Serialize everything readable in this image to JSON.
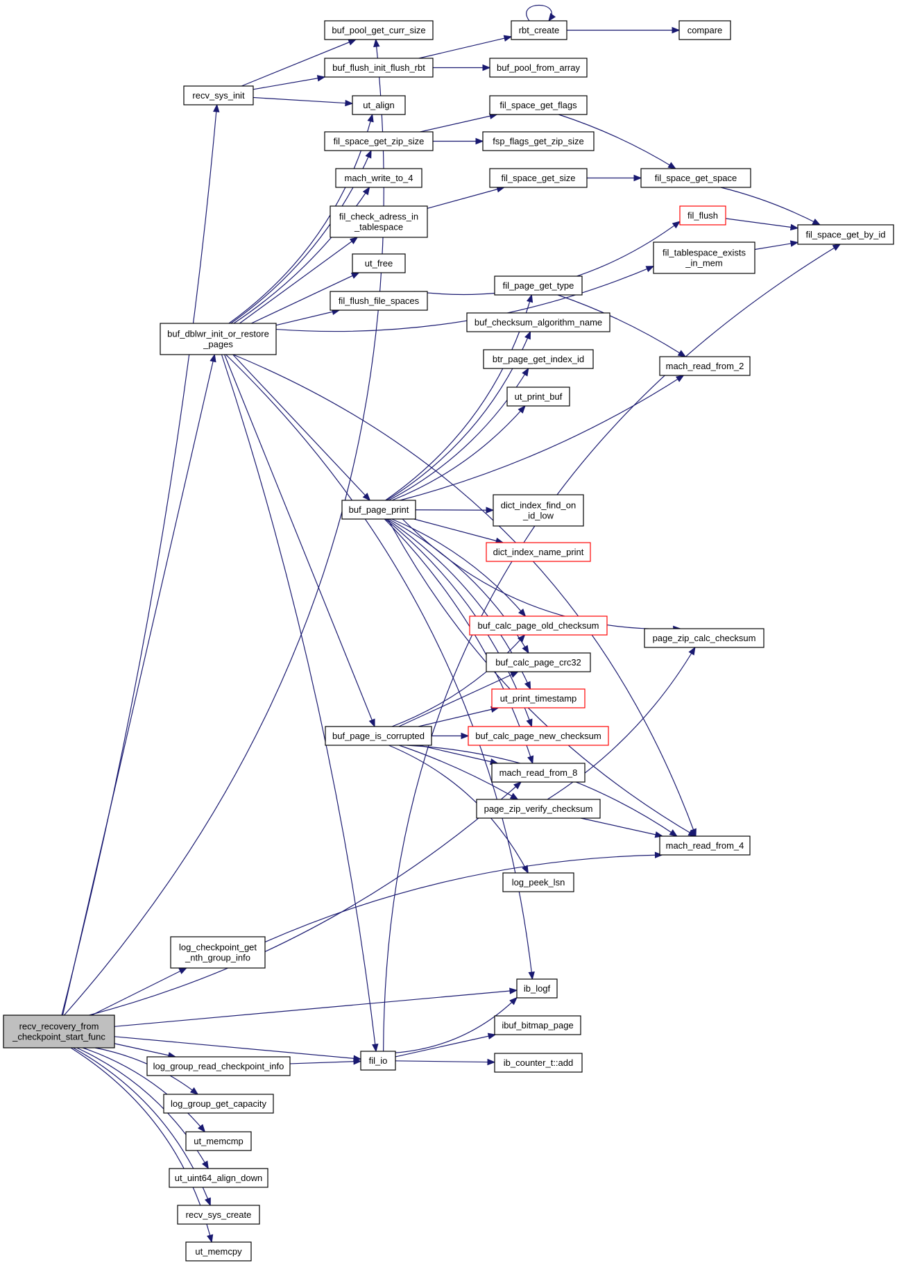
{
  "nodes": [
    {
      "id": "root",
      "lines": [
        "recv_recovery_from",
        "_checkpoint_start_func"
      ],
      "root": true
    },
    {
      "id": "buf_pool_get_curr_size",
      "lines": [
        "buf_pool_get_curr_size"
      ]
    },
    {
      "id": "recv_sys_init",
      "lines": [
        "recv_sys_init"
      ]
    },
    {
      "id": "buf_flush_init_flush_rbt",
      "lines": [
        "buf_flush_init_flush_rbt"
      ]
    },
    {
      "id": "rbt_create",
      "lines": [
        "rbt_create"
      ]
    },
    {
      "id": "compare",
      "lines": [
        "compare"
      ]
    },
    {
      "id": "buf_pool_from_array",
      "lines": [
        "buf_pool_from_array"
      ]
    },
    {
      "id": "ut_align",
      "lines": [
        "ut_align"
      ]
    },
    {
      "id": "fil_space_get_flags",
      "lines": [
        "fil_space_get_flags"
      ]
    },
    {
      "id": "fil_space_get_zip_size",
      "lines": [
        "fil_space_get_zip_size"
      ]
    },
    {
      "id": "fsp_flags_get_zip_size",
      "lines": [
        "fsp_flags_get_zip_size"
      ]
    },
    {
      "id": "mach_write_to_4",
      "lines": [
        "mach_write_to_4"
      ]
    },
    {
      "id": "fil_space_get_size",
      "lines": [
        "fil_space_get_size"
      ]
    },
    {
      "id": "fil_space_get_space",
      "lines": [
        "fil_space_get_space"
      ]
    },
    {
      "id": "fil_check_adress_in_tablespace",
      "lines": [
        "fil_check_adress_in",
        "_tablespace"
      ]
    },
    {
      "id": "fil_flush",
      "lines": [
        "fil_flush"
      ],
      "truncated": true
    },
    {
      "id": "fil_space_get_by_id",
      "lines": [
        "fil_space_get_by_id"
      ]
    },
    {
      "id": "ut_free",
      "lines": [
        "ut_free"
      ]
    },
    {
      "id": "fil_tablespace_exists_in_mem",
      "lines": [
        "fil_tablespace_exists",
        "_in_mem"
      ]
    },
    {
      "id": "fil_flush_file_spaces",
      "lines": [
        "fil_flush_file_spaces"
      ]
    },
    {
      "id": "buf_dblwr_init_or_restore_pages",
      "lines": [
        "buf_dblwr_init_or_restore",
        "_pages"
      ]
    },
    {
      "id": "fil_page_get_type",
      "lines": [
        "fil_page_get_type"
      ]
    },
    {
      "id": "buf_checksum_algorithm_name",
      "lines": [
        "buf_checksum_algorithm_name"
      ]
    },
    {
      "id": "btr_page_get_index_id",
      "lines": [
        "btr_page_get_index_id"
      ]
    },
    {
      "id": "mach_read_from_2",
      "lines": [
        "mach_read_from_2"
      ]
    },
    {
      "id": "ut_print_buf",
      "lines": [
        "ut_print_buf"
      ]
    },
    {
      "id": "buf_page_print",
      "lines": [
        "buf_page_print"
      ]
    },
    {
      "id": "dict_index_find_on_id_low",
      "lines": [
        "dict_index_find_on",
        "_id_low"
      ]
    },
    {
      "id": "dict_index_name_print",
      "lines": [
        "dict_index_name_print"
      ],
      "truncated": true
    },
    {
      "id": "buf_calc_page_old_checksum",
      "lines": [
        "buf_calc_page_old_checksum"
      ],
      "truncated": true
    },
    {
      "id": "page_zip_calc_checksum",
      "lines": [
        "page_zip_calc_checksum"
      ]
    },
    {
      "id": "buf_calc_page_crc32",
      "lines": [
        "buf_calc_page_crc32"
      ]
    },
    {
      "id": "ut_print_timestamp",
      "lines": [
        "ut_print_timestamp"
      ],
      "truncated": true
    },
    {
      "id": "buf_page_is_corrupted",
      "lines": [
        "buf_page_is_corrupted"
      ]
    },
    {
      "id": "buf_calc_page_new_checksum",
      "lines": [
        "buf_calc_page_new_checksum"
      ],
      "truncated": true
    },
    {
      "id": "mach_read_from_8",
      "lines": [
        "mach_read_from_8"
      ]
    },
    {
      "id": "page_zip_verify_checksum",
      "lines": [
        "page_zip_verify_checksum"
      ]
    },
    {
      "id": "mach_read_from_4",
      "lines": [
        "mach_read_from_4"
      ]
    },
    {
      "id": "log_peek_lsn",
      "lines": [
        "log_peek_lsn"
      ]
    },
    {
      "id": "log_checkpoint_get_nth_group_info",
      "lines": [
        "log_checkpoint_get",
        "_nth_group_info"
      ]
    },
    {
      "id": "ib_logf",
      "lines": [
        "ib_logf"
      ]
    },
    {
      "id": "ibuf_bitmap_page",
      "lines": [
        "ibuf_bitmap_page"
      ]
    },
    {
      "id": "log_group_read_checkpoint_info",
      "lines": [
        "log_group_read_checkpoint_info"
      ]
    },
    {
      "id": "fil_io",
      "lines": [
        "fil_io"
      ]
    },
    {
      "id": "ib_counter_t_add",
      "lines": [
        "ib_counter_t::add"
      ]
    },
    {
      "id": "log_group_get_capacity",
      "lines": [
        "log_group_get_capacity"
      ]
    },
    {
      "id": "ut_memcmp",
      "lines": [
        "ut_memcmp"
      ]
    },
    {
      "id": "ut_uint64_align_down",
      "lines": [
        "ut_uint64_align_down"
      ]
    },
    {
      "id": "recv_sys_create",
      "lines": [
        "recv_sys_create"
      ]
    },
    {
      "id": "ut_memcpy",
      "lines": [
        "ut_memcpy"
      ]
    }
  ],
  "edges": [
    [
      "root",
      "buf_pool_get_curr_size"
    ],
    [
      "root",
      "recv_sys_init"
    ],
    [
      "root",
      "buf_dblwr_init_or_restore_pages"
    ],
    [
      "root",
      "mach_read_from_8"
    ],
    [
      "root",
      "log_checkpoint_get_nth_group_info"
    ],
    [
      "root",
      "ib_logf"
    ],
    [
      "root",
      "fil_io"
    ],
    [
      "root",
      "log_group_read_checkpoint_info"
    ],
    [
      "root",
      "log_group_get_capacity"
    ],
    [
      "root",
      "ut_memcmp"
    ],
    [
      "root",
      "ut_uint64_align_down"
    ],
    [
      "root",
      "recv_sys_create"
    ],
    [
      "root",
      "ut_memcpy"
    ],
    [
      "recv_sys_init",
      "buf_pool_get_curr_size"
    ],
    [
      "recv_sys_init",
      "buf_flush_init_flush_rbt"
    ],
    [
      "recv_sys_init",
      "ut_align"
    ],
    [
      "buf_flush_init_flush_rbt",
      "rbt_create"
    ],
    [
      "buf_flush_init_flush_rbt",
      "buf_pool_from_array"
    ],
    [
      "rbt_create",
      "rbt_create"
    ],
    [
      "rbt_create",
      "compare"
    ],
    [
      "fil_space_get_zip_size",
      "fil_space_get_flags"
    ],
    [
      "fil_space_get_zip_size",
      "fsp_flags_get_zip_size"
    ],
    [
      "fil_space_get_flags",
      "fil_space_get_space"
    ],
    [
      "fil_space_get_size",
      "fil_space_get_space"
    ],
    [
      "fil_check_adress_in_tablespace",
      "fil_space_get_size"
    ],
    [
      "fil_space_get_space",
      "fil_space_get_by_id"
    ],
    [
      "fil_flush",
      "fil_space_get_by_id"
    ],
    [
      "fil_tablespace_exists_in_mem",
      "fil_space_get_by_id"
    ],
    [
      "fil_flush_file_spaces",
      "fil_flush"
    ],
    [
      "buf_dblwr_init_or_restore_pages",
      "ut_align"
    ],
    [
      "buf_dblwr_init_or_restore_pages",
      "fil_space_get_zip_size"
    ],
    [
      "buf_dblwr_init_or_restore_pages",
      "mach_write_to_4"
    ],
    [
      "buf_dblwr_init_or_restore_pages",
      "fil_check_adress_in_tablespace"
    ],
    [
      "buf_dblwr_init_or_restore_pages",
      "ut_free"
    ],
    [
      "buf_dblwr_init_or_restore_pages",
      "fil_flush_file_spaces"
    ],
    [
      "buf_dblwr_init_or_restore_pages",
      "fil_tablespace_exists_in_mem"
    ],
    [
      "buf_dblwr_init_or_restore_pages",
      "buf_page_print"
    ],
    [
      "buf_dblwr_init_or_restore_pages",
      "buf_page_is_corrupted"
    ],
    [
      "buf_dblwr_init_or_restore_pages",
      "mach_read_from_4"
    ],
    [
      "buf_dblwr_init_or_restore_pages",
      "ib_logf"
    ],
    [
      "buf_dblwr_init_or_restore_pages",
      "fil_io"
    ],
    [
      "buf_page_print",
      "fil_page_get_type"
    ],
    [
      "buf_page_print",
      "buf_checksum_algorithm_name"
    ],
    [
      "buf_page_print",
      "btr_page_get_index_id"
    ],
    [
      "buf_page_print",
      "ut_print_buf"
    ],
    [
      "buf_page_print",
      "mach_read_from_2"
    ],
    [
      "buf_page_print",
      "page_zip_calc_checksum"
    ],
    [
      "buf_page_print",
      "dict_index_find_on_id_low"
    ],
    [
      "buf_page_print",
      "dict_index_name_print"
    ],
    [
      "buf_page_print",
      "mach_read_from_4"
    ],
    [
      "buf_page_print",
      "buf_calc_page_old_checksum"
    ],
    [
      "buf_page_print",
      "buf_calc_page_crc32"
    ],
    [
      "buf_page_print",
      "ut_print_timestamp"
    ],
    [
      "buf_page_print",
      "buf_calc_page_new_checksum"
    ],
    [
      "buf_page_print",
      "mach_read_from_8"
    ],
    [
      "fil_page_get_type",
      "mach_read_from_2"
    ],
    [
      "buf_page_is_corrupted",
      "buf_calc_page_old_checksum"
    ],
    [
      "buf_page_is_corrupted",
      "buf_calc_page_crc32"
    ],
    [
      "buf_page_is_corrupted",
      "ut_print_timestamp"
    ],
    [
      "buf_page_is_corrupted",
      "buf_calc_page_new_checksum"
    ],
    [
      "buf_page_is_corrupted",
      "mach_read_from_8"
    ],
    [
      "buf_page_is_corrupted",
      "page_zip_verify_checksum"
    ],
    [
      "buf_page_is_corrupted",
      "mach_read_from_4"
    ],
    [
      "buf_page_is_corrupted",
      "log_peek_lsn"
    ],
    [
      "page_zip_verify_checksum",
      "page_zip_calc_checksum"
    ],
    [
      "page_zip_verify_checksum",
      "mach_read_from_4"
    ],
    [
      "log_checkpoint_get_nth_group_info",
      "mach_read_from_4"
    ],
    [
      "log_group_read_checkpoint_info",
      "fil_io"
    ],
    [
      "fil_io",
      "ib_logf"
    ],
    [
      "fil_io",
      "ibuf_bitmap_page"
    ],
    [
      "fil_io",
      "ib_counter_t_add"
    ],
    [
      "fil_io",
      "fil_space_get_by_id"
    ]
  ],
  "colors": {
    "edge": "#191970",
    "truncated_border": "#ff0000",
    "root_fill": "#bfbfbf"
  }
}
